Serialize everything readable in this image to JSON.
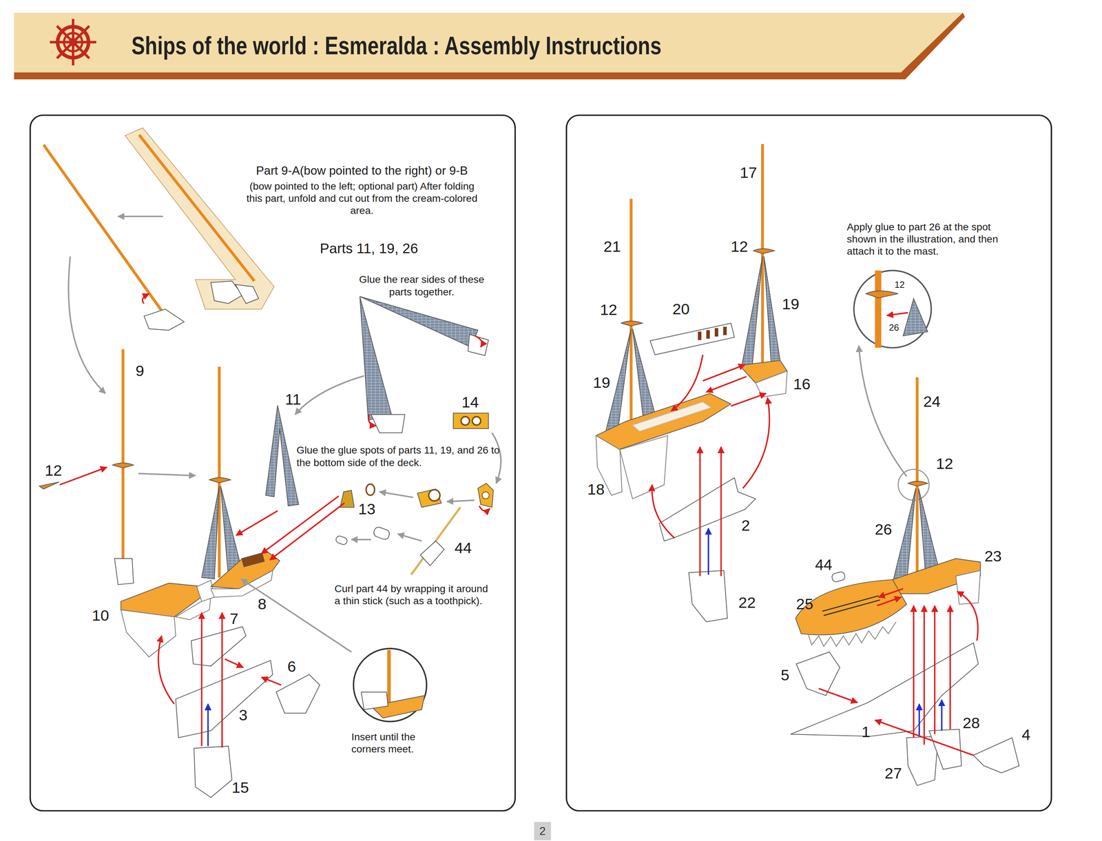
{
  "diagram": {
    "title": "Ships of the world : Esmeralda : Assembly Instructions",
    "nodes": [
      {
        "text": [
          "2"
        ]
      }
    ],
    "labels": [
      "Part 9-A(bow pointed to the right) or 9-B",
      "(bow pointed to the left; optional part) After folding this part, unfold and cut out from the cream-colored area.",
      "Parts 11, 19, 26",
      "Glue the rear sides of these parts together.",
      "9",
      "12",
      "11",
      "14",
      "Glue the glue spots of parts 11, 19, and 26 to the bottom side of the deck.",
      "13",
      "44",
      "Curl part 44 by wrapping it around a thin stick (such as a toothpick).",
      "10",
      "8",
      "7",
      "6",
      "3",
      "15",
      "Insert until the corners meet.",
      "17",
      "21",
      "12",
      "12",
      "20",
      "19",
      "19",
      "16",
      "18",
      "2",
      "22",
      "Apply glue to part 26 at the spot shown in the illustration, and then attach it to the mast.",
      "12",
      "26",
      "24",
      "12",
      "26",
      "44",
      "23",
      "25",
      "5",
      "1",
      "28",
      "4",
      "27"
    ]
  }
}
